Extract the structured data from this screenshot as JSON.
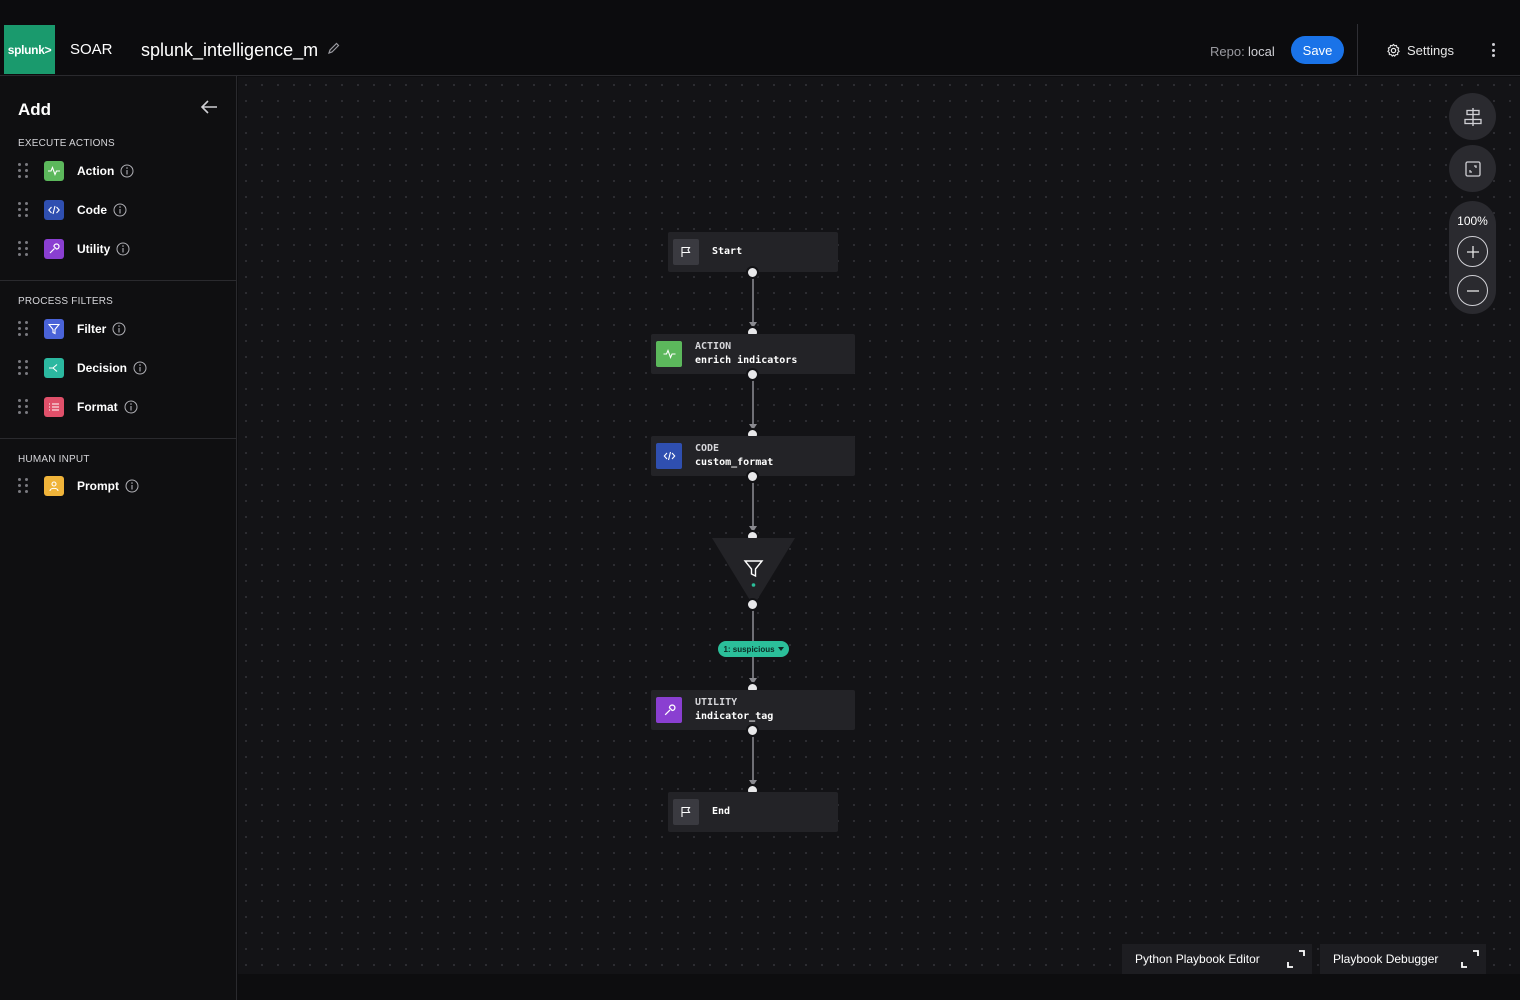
{
  "header": {
    "logo_text": "splunk>",
    "app_name": "SOAR",
    "playbook_title": "splunk_intelligence_m",
    "repo_label": "Repo:",
    "repo_value": "local",
    "save_label": "Save",
    "settings_label": "Settings"
  },
  "sidebar": {
    "title": "Add",
    "sections": [
      {
        "label": "EXECUTE ACTIONS",
        "items": [
          {
            "label": "Action",
            "icon": "activity-icon",
            "color": "#5cb85c"
          },
          {
            "label": "Code",
            "icon": "code-icon",
            "color": "#2f4fb0"
          },
          {
            "label": "Utility",
            "icon": "wrench-icon",
            "color": "#8a3fd1"
          }
        ]
      },
      {
        "label": "PROCESS FILTERS",
        "items": [
          {
            "label": "Filter",
            "icon": "filter-icon",
            "color": "#4a63d8"
          },
          {
            "label": "Decision",
            "icon": "decision-icon",
            "color": "#2bb8a0"
          },
          {
            "label": "Format",
            "icon": "list-icon",
            "color": "#e0506a"
          }
        ]
      },
      {
        "label": "HUMAN INPUT",
        "items": [
          {
            "label": "Prompt",
            "icon": "person-icon",
            "color": "#f0b43a"
          }
        ]
      }
    ]
  },
  "canvas": {
    "nodes": {
      "start": {
        "label": "Start"
      },
      "action": {
        "kind": "ACTION",
        "name": "enrich indicators"
      },
      "code": {
        "kind": "CODE",
        "name": "custom_format"
      },
      "filter": {
        "icon": "filter-icon"
      },
      "condition": {
        "label": "1: suspicious"
      },
      "utility": {
        "kind": "UTILITY",
        "name": "indicator_tag"
      },
      "end": {
        "label": "End"
      }
    },
    "zoom": "100%"
  },
  "panels": {
    "python_editor": "Python Playbook Editor",
    "debugger": "Playbook Debugger"
  },
  "colors": {
    "accent": "#1a73e8",
    "action": "#5cb85c",
    "code": "#2f4fb0",
    "utility": "#8a3fd1",
    "condition": "#2bbf9a"
  }
}
